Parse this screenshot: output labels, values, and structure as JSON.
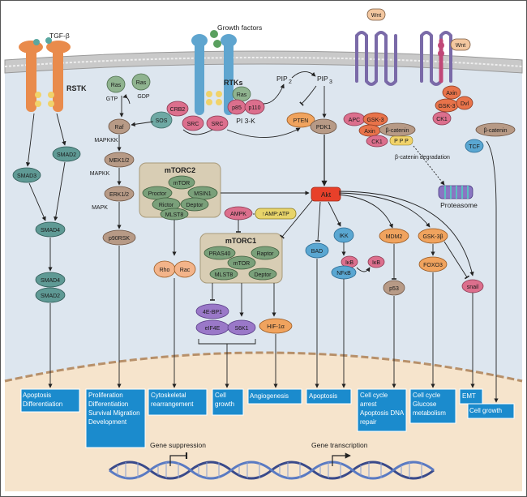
{
  "colors": {
    "membrane_lipid": "#d6d6d6",
    "cytoplasm": "#dde6ef",
    "nucleus": "#f6e4cc",
    "output_box": "#1b8bcd",
    "akt": "#e8402a",
    "node_green": "#7aa07a",
    "node_teal": "#5f9a95",
    "node_pink": "#dc6f8d",
    "node_orange": "#f0a35e",
    "node_peach": "#f3b48a",
    "node_tan": "#b79a86",
    "node_blue": "#5aa7d2",
    "node_purple": "#9a78c8",
    "node_yellow": "#e8d46a",
    "complex_bg": "#d8cdb4"
  },
  "receptors": {
    "rstk": "RSTK",
    "tgfb": "TGF-β",
    "rtks": "RTKs",
    "growth_factors": "Growth factors",
    "wnt": "Wnt",
    "wnt_bound": "Wnt"
  },
  "nodes": {
    "ras_gtp": "Ras",
    "ras_gdp": "Ras",
    "gtp": "GTP",
    "gdp": "GDP",
    "sos": "SOS",
    "crb2": "CRB2",
    "src1": "SRC",
    "src2": "SRC",
    "ras_pi3k": "Ras",
    "p85": "p85",
    "p110": "p110",
    "pi3k": "PI 3-K",
    "pip2": "PIP",
    "pip2_sub": "2",
    "pip3": "PIP",
    "pip3_sub": "3",
    "pten": "PTEN",
    "pdk1": "PDK1",
    "raf": "Raf",
    "mapkkk": "MAPKKK",
    "mek": "MEK1/2",
    "mapkk": "MAPKK",
    "erk": "ERK1/2",
    "mapk": "MAPK",
    "p90rsk": "p90RSK",
    "smad3": "SMAD3",
    "smad2": "SMAD2",
    "smad4": "SMAD4",
    "smad4b": "SMAD4",
    "smad2b": "SMAD2",
    "apc": "APC",
    "gsk3_top": "GSK-3",
    "axin": "Axin",
    "bcat": "β-catenin",
    "ck1": "CK1",
    "ppp": "P P P",
    "axin_r": "Axin",
    "gsk3_r": "GSK-3",
    "dvl": "Dvl",
    "ck1_r": "CK1",
    "bcat_deg": "β-catenin degradation",
    "proteasome": "Proteasome",
    "bcat_right": "β-catenin",
    "tcf": "TCF",
    "akt": "Akt",
    "ampk": "AMPK",
    "amp_atp": "↑AMP:ATP",
    "mtorc2_title": "mTORC2",
    "mtor2": "mTOR",
    "proctor": "Proctor",
    "msin1": "MSIN1",
    "rictor": "Rictor",
    "deptor2": "Deptor",
    "mlst8_2": "MLST8",
    "mtorc1_title": "mTORC1",
    "pras40": "PRAS40",
    "raptor": "Raptor",
    "mtor1": "mTOR",
    "mlst8_1": "MLST8",
    "deptor1": "Deptor",
    "rho": "Rho",
    "rac": "Rac",
    "ebp1": "4E-BP1",
    "eif4e": "eIF4E",
    "s6k1": "S6K1",
    "hif": "HIF-1α",
    "bad": "BAD",
    "ikk": "IKK",
    "ikb1": "IκB",
    "ikb2": "IκB",
    "nfkb": "NFκB",
    "mdm2": "MDM2",
    "p53": "p53",
    "gsk3b": "GSK-3β",
    "foxo3": "FOXO3",
    "snail": "snail"
  },
  "outputs": [
    "Apoptosis Differentiation",
    "Proliferation Differentiation Survival Migration Development",
    "Cytoskeletal rearrangement",
    "Cell growth",
    "Angiogenesis",
    "Apoptosis",
    "Cell cycle arrest Apoptosis DNA repair",
    "Cell cycle Glucose metabolism",
    "EMT",
    "Cell growth"
  ],
  "dna": {
    "suppression": "Gene suppression",
    "transcription": "Gene transcription"
  }
}
